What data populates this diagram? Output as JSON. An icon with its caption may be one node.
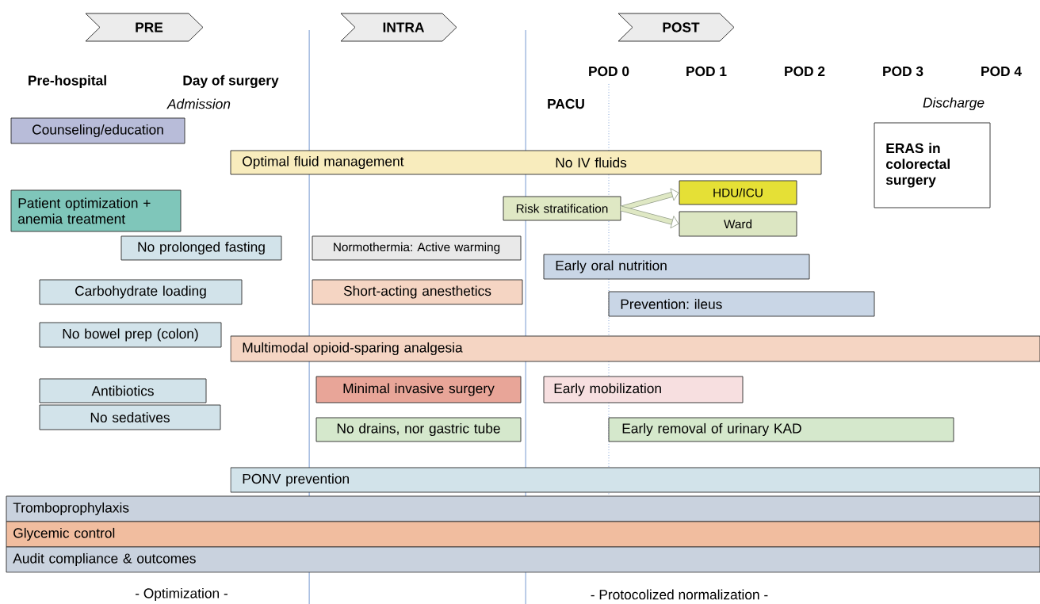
{
  "diagram": {
    "nodes": [
      {
        "text": [
          "PRE"
        ]
      },
      {
        "text": [
          "INTRA"
        ]
      },
      {
        "text": [
          "POST"
        ]
      },
      {
        "text": [
          "Counseling/education"
        ]
      },
      {
        "text": [
          "Optimal fluid management",
          "No IV fluids"
        ]
      },
      {
        "text": [
          "ERAS in colorectal surgery"
        ]
      },
      {
        "text": [
          "Patient optimization + anemia treatment"
        ]
      },
      {
        "text": [
          "Risk stratification"
        ]
      },
      {
        "text": [
          "HDU/ICU"
        ]
      },
      {
        "text": [
          "Ward"
        ]
      },
      {
        "text": [
          "No prolonged fasting"
        ]
      },
      {
        "text": [
          "Normothermia: Active warming"
        ]
      },
      {
        "text": [
          "Early oral nutrition"
        ]
      },
      {
        "text": [
          "Carbohydrate loading"
        ]
      },
      {
        "text": [
          "Short-acting anesthetics"
        ]
      },
      {
        "text": [
          "Prevention: ileus"
        ]
      },
      {
        "text": [
          "No bowel prep (colon)"
        ]
      },
      {
        "text": [
          "Multimodal opioid-sparing analgesia"
        ]
      },
      {
        "text": [
          "Antibiotics"
        ]
      },
      {
        "text": [
          "Minimal invasive surgery"
        ]
      },
      {
        "text": [
          "Early mobilization"
        ]
      },
      {
        "text": [
          "No sedatives"
        ]
      },
      {
        "text": [
          "No drains, nor gastric tube"
        ]
      },
      {
        "text": [
          "Early removal of urinary KAD"
        ]
      },
      {
        "text": [
          "PONV prevention"
        ]
      },
      {
        "text": [
          "Tromboprophylaxis"
        ]
      },
      {
        "text": [
          "Glycemic control"
        ]
      },
      {
        "text": [
          "Audit compliance & outcomes"
        ]
      }
    ],
    "edges": [
      {
        "from": 7,
        "to": 8,
        "arrow": "to"
      },
      {
        "from": 7,
        "to": 9,
        "arrow": "to"
      }
    ],
    "labels": [
      "Pre-hospital",
      "Day of surgery",
      "POD 0",
      "POD 1",
      "POD 2",
      "POD 3",
      "POD 4",
      "Admission",
      "PACU",
      "Discharge",
      "- Optimization -",
      "- Protocolized normalization -"
    ]
  }
}
